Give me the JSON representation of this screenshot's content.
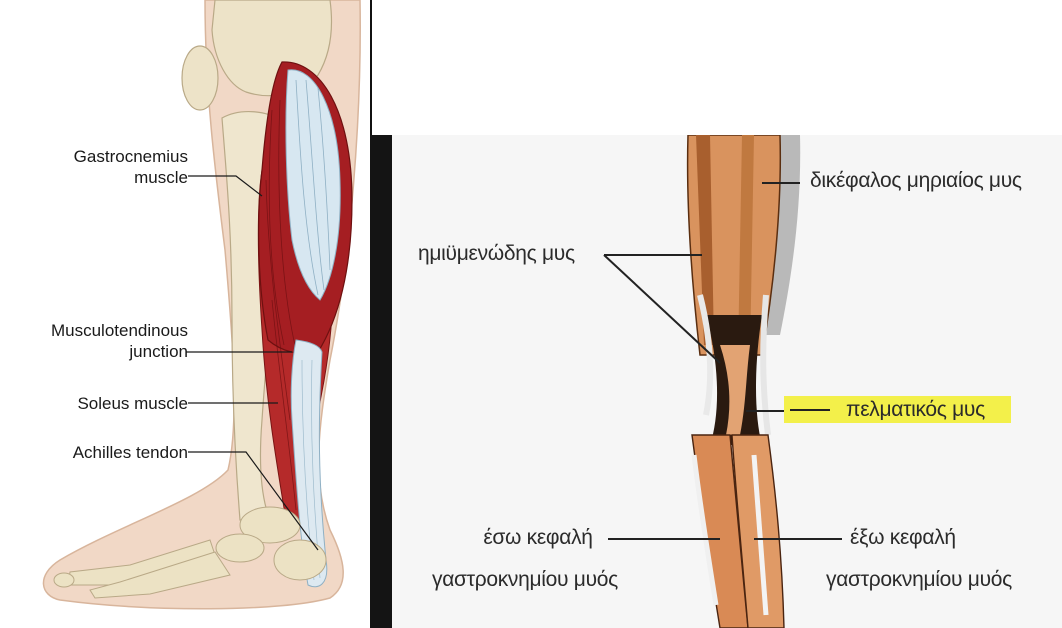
{
  "left": {
    "labels": {
      "gastro_line1": "Gastrocnemius",
      "gastro_line2": "muscle",
      "mtj_line1": "Musculotendinous",
      "mtj_line2": "junction",
      "soleus": "Soleus muscle",
      "achilles": "Achilles tendon"
    }
  },
  "right": {
    "labels": {
      "biceps": "δικέφαλος μηριαίος μυς",
      "semimembranosus": "ημιϋμενώδης μυς",
      "plantaris": "πελματικός μυς",
      "medial_line1": "έσω κεφαλή",
      "medial_line2": "γαστροκνημίου μυός",
      "lateral_line1": "έξω κεφαλή",
      "lateral_line2": "γαστροκνημίου μυός"
    },
    "highlight_color": "#f3f04a"
  }
}
